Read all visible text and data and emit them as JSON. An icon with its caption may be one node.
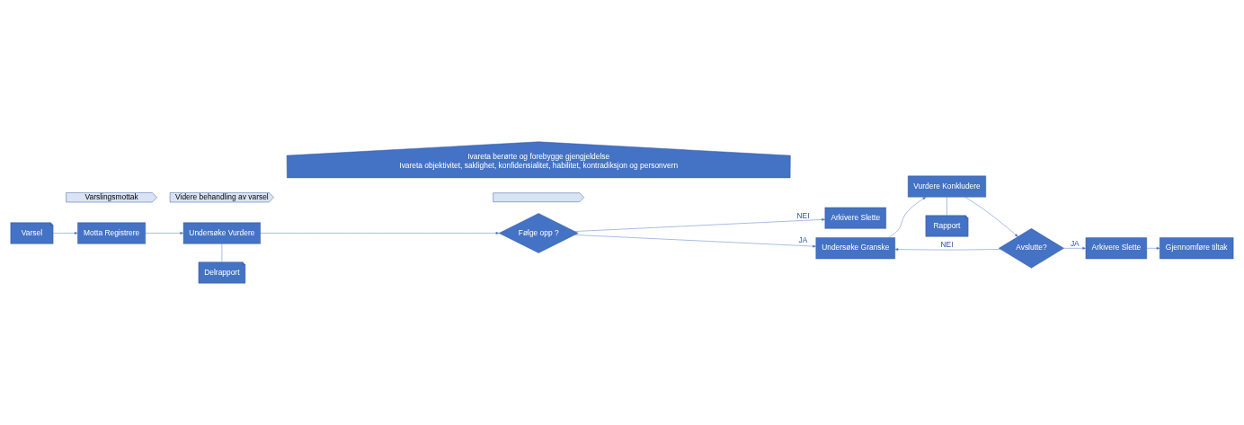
{
  "diagram": {
    "nodes": [
      {
        "text": [
          "Varslingsmottak"
        ]
      },
      {
        "text": [
          "Videre behandling av varsel"
        ]
      },
      {
        "text": [],
        "shape": "chevron"
      },
      {
        "text": [
          "Varsel"
        ]
      },
      {
        "text": [
          "Motta Registrere"
        ]
      },
      {
        "text": [
          "Undersøke Vurdere"
        ]
      },
      {
        "text": [
          "Delrapport"
        ]
      },
      {
        "text": [
          "Følge opp ?"
        ]
      },
      {
        "text": [
          "Arkivere Slette"
        ]
      },
      {
        "text": [
          "Undersøke Granske"
        ]
      },
      {
        "text": [
          "Vurdere Konkludere"
        ]
      },
      {
        "text": [
          "Rapport"
        ]
      },
      {
        "text": [
          "Avslutte?"
        ]
      },
      {
        "text": [
          "Arkivere Slette"
        ]
      },
      {
        "text": [
          "Gjennomføre tiltak"
        ]
      },
      {
        "text": [
          "Ivareta berørte og forebygge gjengjeldelse",
          "Ivareta objektivitet, saklighet, konfidensialitet, habilitet, kontradiksjon og personvern"
        ]
      }
    ],
    "edges": [
      {
        "from": 3,
        "to": 4,
        "arrow": "to"
      },
      {
        "from": 4,
        "to": 5,
        "arrow": "to"
      },
      {
        "from": 5,
        "to": 6,
        "arrow": "none"
      },
      {
        "from": 5,
        "to": 7,
        "arrow": "to"
      },
      {
        "from": 7,
        "to": 8,
        "arrow": "to",
        "label": "NEI"
      },
      {
        "from": 7,
        "to": 9,
        "arrow": "to",
        "label": "JA"
      },
      {
        "from": 9,
        "to": 10,
        "arrow": "to"
      },
      {
        "from": 10,
        "to": 11,
        "arrow": "none"
      },
      {
        "from": 10,
        "to": 12,
        "arrow": "to"
      },
      {
        "from": 12,
        "to": 9,
        "arrow": "to",
        "label": "NEI"
      },
      {
        "from": 12,
        "to": 13,
        "arrow": "to",
        "label": "JA"
      },
      {
        "from": 13,
        "to": 14,
        "arrow": "to"
      }
    ]
  }
}
